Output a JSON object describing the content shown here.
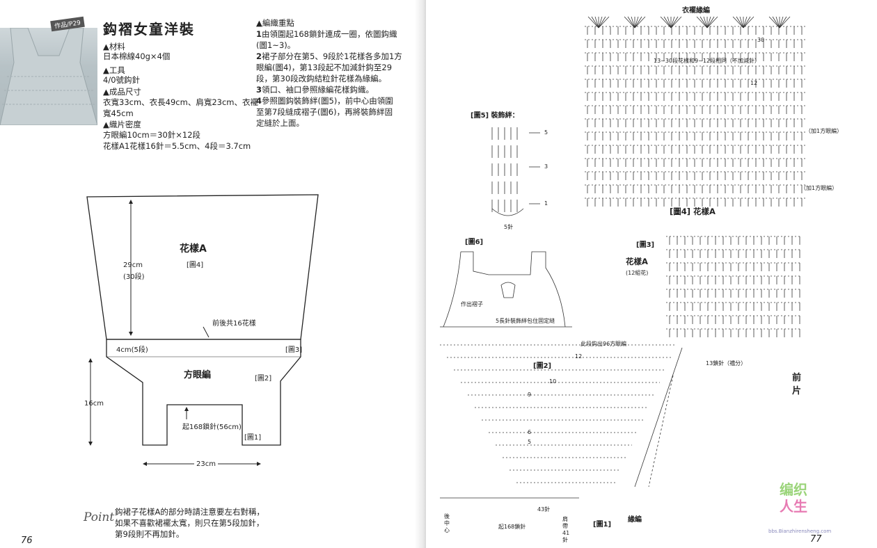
{
  "left": {
    "badge": "作品/P29",
    "title": "鈎褶女童洋裝",
    "materials_head": "材料",
    "materials": "日本棉線40g×4個",
    "tools_head": "工具",
    "tools": "4/0號鈎針",
    "size_head": "成品尺寸",
    "size_1": "衣寬33cm、衣長49cm、肩寬23cm、衣襬",
    "size_2": "寬45cm",
    "gauge_head": "織片密度",
    "gauge_1": "方眼編10cm＝30針×12段",
    "gauge_2": "花樣A1花樣16針＝5.5cm、4段＝3.7cm",
    "points_head": "編織重點",
    "p1a": "由領圍起168鎖針連成一圈，依圖鈎織",
    "p1b": "(圖1~3)。",
    "p2a": "裙子部分在第5、9段於1花樣各多加1方",
    "p2b": "眼編(圖4)，第13段起不加減針鈎至29",
    "p2c": "段，第30段改鈎結粒針花樣為緣編。",
    "p3": "領口、袖口參照緣編花樣鈎織。",
    "p4a": "參照圖鈎裝飾絆(圖5)，前中心由領圍",
    "p4b": "至第7段縫成褶子(圖6)，再將裝飾絆固",
    "p4c": "定縫於上面。",
    "n1": "1",
    "n2": "2",
    "n3": "3",
    "n4": "4",
    "huayang": "花樣A",
    "fig4": "[圖4]",
    "h_29": "29cm",
    "h_30": "(30段)",
    "qianhou": "前後共16花樣",
    "cm4": "4cm(5段)",
    "fig3": "[圖3]",
    "fangyan": "方眼編",
    "fig2": "[圖2]",
    "cm16": "16cm",
    "qi168": "起168鎖針(56cm)",
    "fig1": "[圖1]",
    "cm23": "23cm",
    "point_word": "Point",
    "point_1": "鈎裙子花樣A的部分時請注意要左右對稱，",
    "point_2": "如果不喜歡裙襬太寬，則只在第5段加針，",
    "point_3": "第9段則不再加針。",
    "page_no": "76"
  },
  "right": {
    "yibai": "衣襬緣編",
    "rows_note": "13~30段花樣和9~12段相同（不加減針）",
    "n30": "30",
    "n12": "12",
    "jia1a": "（加1方眼編）",
    "jia1b": "（加1方眼編）",
    "fig4_label": "[圖4] 花樣A",
    "fig5": "[圖5] 裝飾絆",
    "r5": "5",
    "r3": "3",
    "r1": "1",
    "zhen5": "5針",
    "fig6": "[圖6]",
    "zuochu": "作出褶子",
    "feng": "5長針裝飾絆包住固定縫",
    "fig3": "[圖3]",
    "huaA": "花樣A",
    "zu12": "(12組花)",
    "ci96": "此段鈎出96方眼編",
    "zhen13": "13鎖針（襠分）",
    "qian": "前",
    "pian": "片",
    "fig2": "[圖2]",
    "s12": "12",
    "s10": "10",
    "s9": "9",
    "s6": "6",
    "s5": "5",
    "zhen43": "43針",
    "houzhong": "後中心",
    "qi168": "起168鎖針",
    "jiandai": "肩帶41針",
    "fig1": "[圖1]",
    "yuanbian": "緣編",
    "page_no": "77",
    "watermark_1": "编织",
    "watermark_2": "人生",
    "watermark_url": "bbs.Bianzhirensheng.com"
  }
}
